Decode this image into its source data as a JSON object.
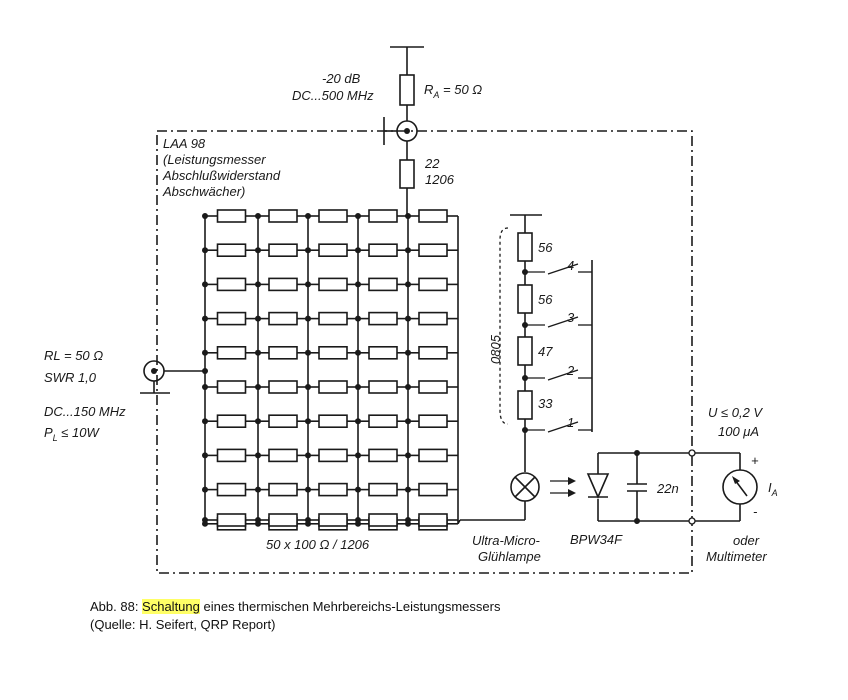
{
  "labels": {
    "att": "-20 dB",
    "freq_top": "DC...500 MHz",
    "ra_r": "R",
    "ra_sub": "A",
    "ra_eq": " = 50 Ω",
    "laa1": "LAA 98",
    "laa2": "(Leistungsmesser",
    "laa3": "Abschlußwiderstand",
    "laa4": "Abschwächer)",
    "r22a": "22",
    "r22b": "1206",
    "rl": "RL = 50 Ω",
    "swr": "SWR 1,0",
    "freq_in": "DC...150 MHz",
    "pl_p": "P",
    "pl_sub": "L",
    "pl_rest": " ≤ 10W",
    "array": "50 x 100 Ω / 1206",
    "r56a": "56",
    "r56b": "56",
    "r47": "47",
    "r33": "33",
    "s4": "4",
    "s3": "3",
    "s2": "2",
    "s1": "1",
    "pkg": "0805",
    "lamp1": "Ultra-Micro-",
    "lamp2": "Glühlampe",
    "diode": "BPW34F",
    "cap": "22n",
    "u": "U ≤ 0,2 V",
    "i": "100 μA",
    "ia_i": "I",
    "ia_sub": "A",
    "plus": "+",
    "minus": "-",
    "oder": "oder",
    "multi": "Multimeter"
  },
  "caption": {
    "line1_pre": "Abb. 88: ",
    "line1_highlight": "Schaltung",
    "line1_post": " eines thermischen Mehrbereichs-Leistungsmessers",
    "line2": "(Quelle: H. Seifert, QRP Report)"
  },
  "colors": {
    "ink": "#1a1a1a",
    "highlight": "#ffff66"
  }
}
